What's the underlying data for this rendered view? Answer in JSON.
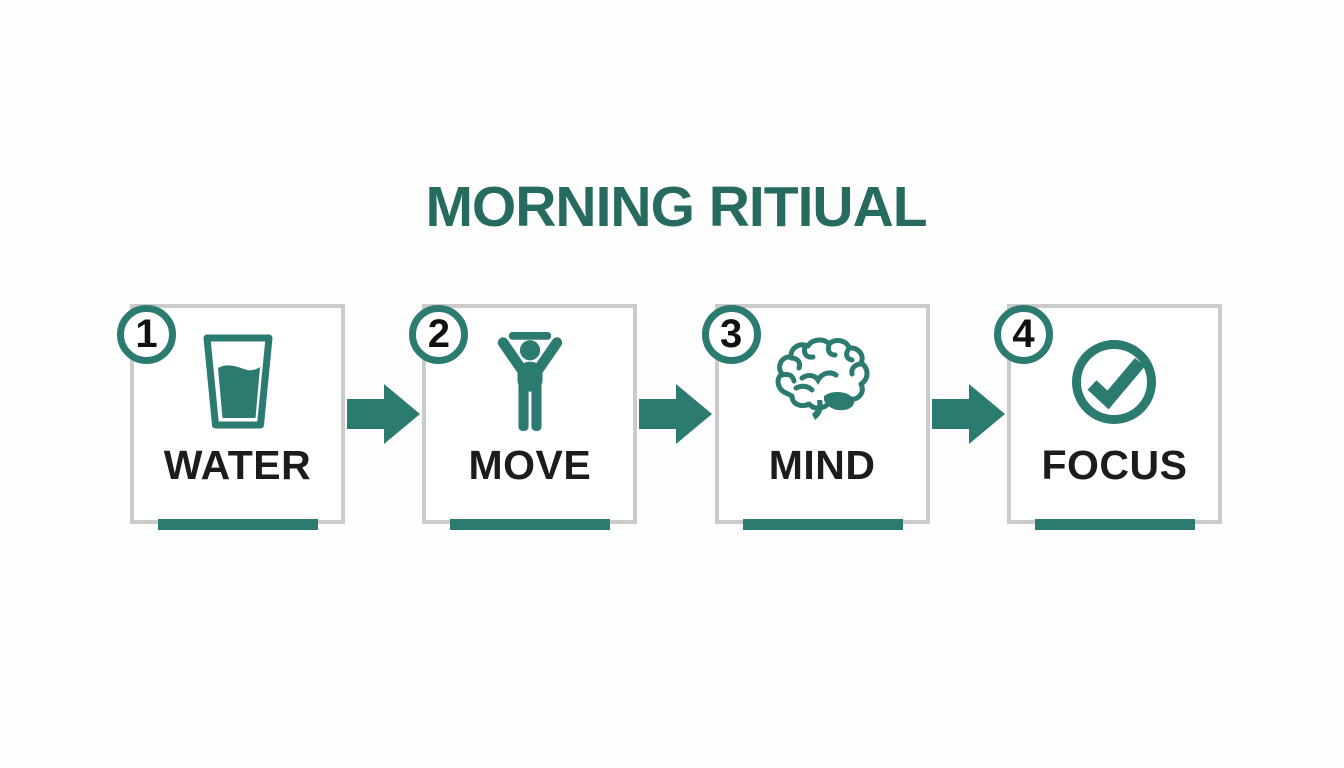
{
  "title": "MORNING RITIUAL",
  "steps": [
    {
      "number": "1",
      "label": "WATER",
      "icon": "water-glass-icon"
    },
    {
      "number": "2",
      "label": "MOVE",
      "icon": "person-stretching-icon"
    },
    {
      "number": "3",
      "label": "MIND",
      "icon": "brain-icon"
    },
    {
      "number": "4",
      "label": "FOCUS",
      "icon": "check-circle-icon"
    }
  ],
  "connector_icon": "right-arrow-icon",
  "colors": {
    "accent_teal": "#2c7b70",
    "title_teal": "#276b60",
    "label_black": "#1c1c1c",
    "card_border_gray": "#cbcbcb",
    "background": "#fdfdfd"
  }
}
